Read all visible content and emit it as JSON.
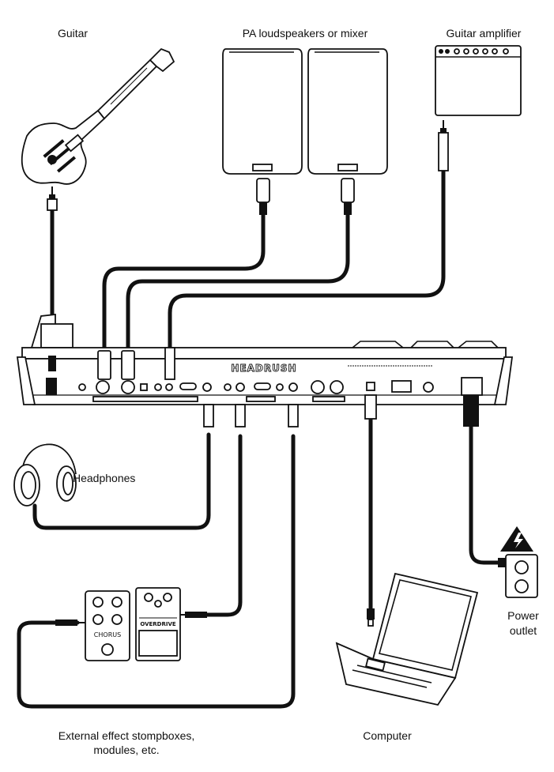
{
  "labels": {
    "guitar": "Guitar",
    "pa": "PA loudspeakers or mixer",
    "amp": "Guitar amplifier",
    "headphones": "Headphones",
    "power_line1": "Power",
    "power_line2": "outlet",
    "effects_line1": "External effect stompboxes,",
    "effects_line2": "modules, etc.",
    "computer": "Computer"
  },
  "device": {
    "brand": "HEADRUSH",
    "pedal1": "CHORUS",
    "pedal2": "OVERDRIVE"
  },
  "icons": [
    "guitar-icon",
    "speaker-icon",
    "amplifier-icon",
    "headphones-icon",
    "stompbox-icon",
    "laptop-icon",
    "power-outlet-icon",
    "warning-icon"
  ]
}
